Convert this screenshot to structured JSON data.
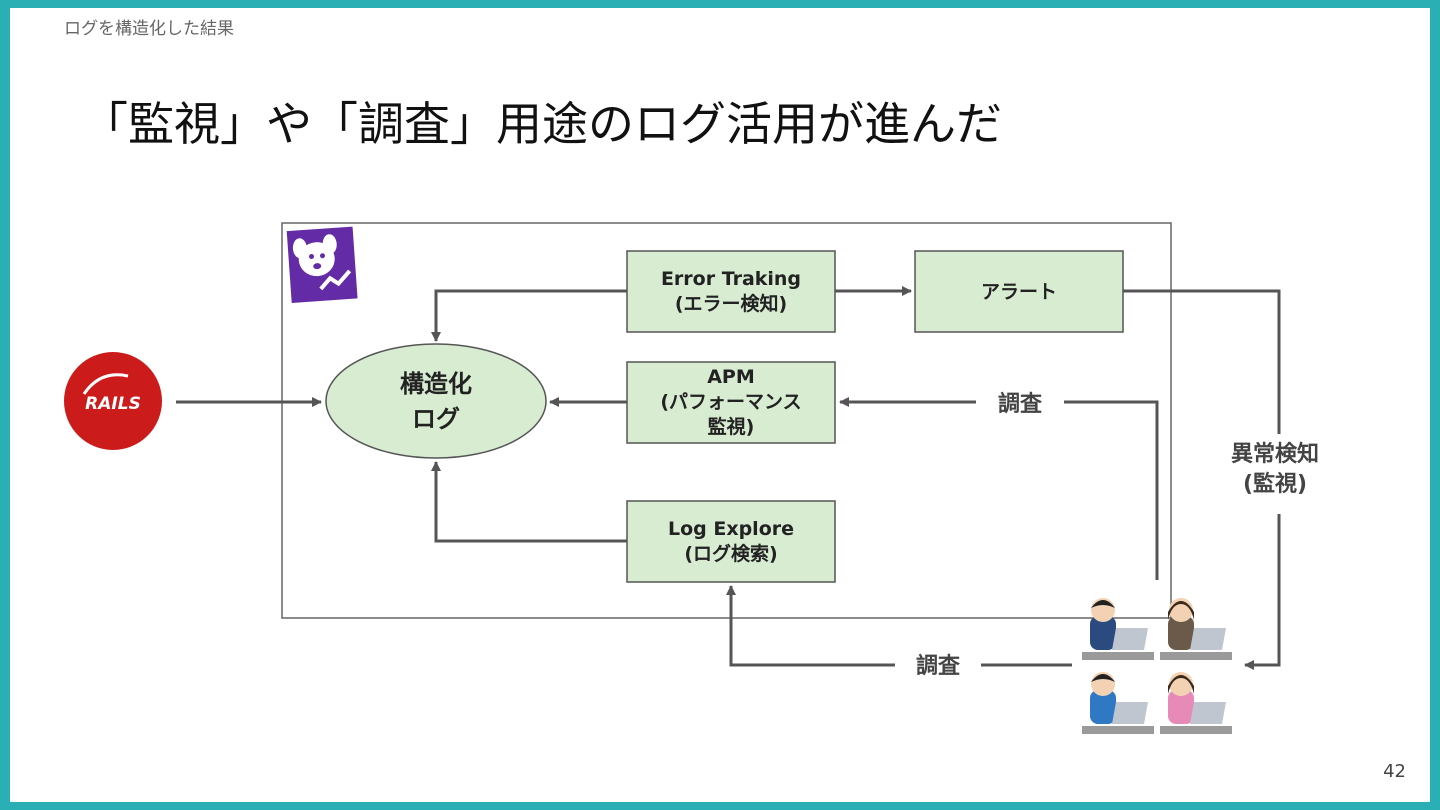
{
  "header": {
    "section": "ログを構造化した結果",
    "title": "「監視」や「調査」用途のログ活用が進んだ"
  },
  "page_number": "42",
  "logos": {
    "rails": "RAILS",
    "datadog": "datadog-icon"
  },
  "colors": {
    "frame": "#2ab0b4",
    "node_fill": "#d8ecd2",
    "rails_red": "#cc1b1b",
    "datadog_purple": "#632ca6",
    "arrow": "#555555"
  },
  "nodes": {
    "structured_log": [
      "構造化",
      "ログ"
    ],
    "error_tracking": [
      "Error Traking",
      "(エラー検知)"
    ],
    "alert": [
      "アラート"
    ],
    "apm": [
      "APM",
      "(パフォーマンス",
      "監視)"
    ],
    "log_explore": [
      "Log Explore",
      "(ログ検索)"
    ]
  },
  "edge_labels": {
    "investigate_apm": "調査",
    "investigate_log": "調査",
    "anomaly_detection": [
      "異常検知",
      "(監視)"
    ]
  },
  "people_icon": "engineers-icon"
}
